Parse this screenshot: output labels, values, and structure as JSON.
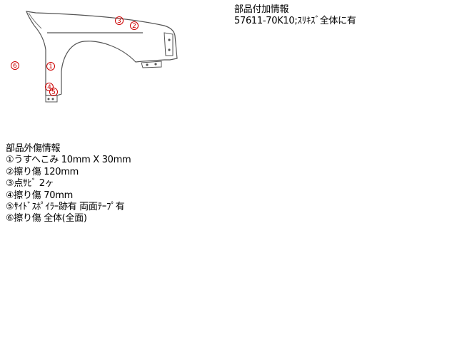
{
  "part_info": {
    "heading": "部品付加情報",
    "detail": "57611-70K10;ｽﾘｷｽﾞ全体に有"
  },
  "damage_info": {
    "heading": "部品外傷情報",
    "items": [
      "①うすへこみ 10mm X 30mm",
      "②擦り傷 120mm",
      "③点ｻﾋﾞ 2ヶ",
      "④擦り傷 70mm",
      "⑤ｻｲﾄﾞｽﾎﾟｲﾗｰ跡有 両面ﾃｰﾌﾟ有",
      "⑥擦り傷 全体(全面)"
    ]
  },
  "diagram": {
    "markers": [
      "1",
      "2",
      "3",
      "4",
      "5",
      "6"
    ],
    "marker_color": "#cc0000",
    "line_color": "#555555"
  }
}
